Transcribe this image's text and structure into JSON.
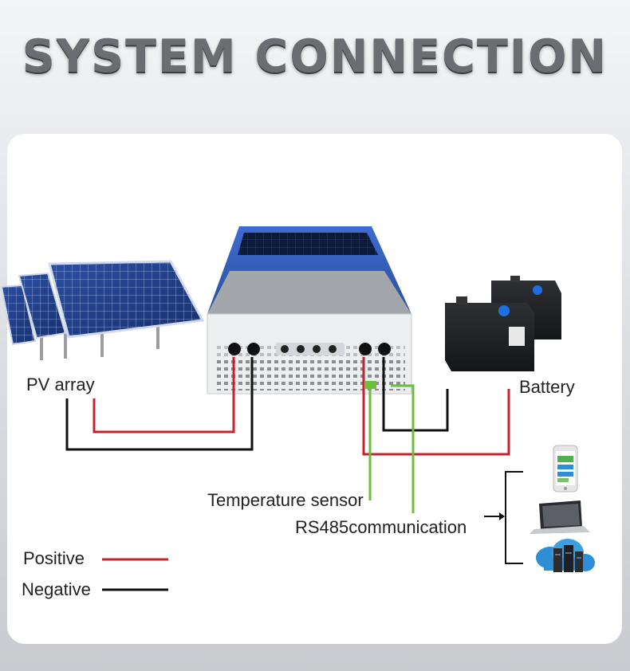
{
  "title": "SYSTEM CONNECTION",
  "labels": {
    "pv_array": "PV array",
    "battery": "Battery",
    "temperature_sensor": "Temperature sensor",
    "rs485": "RS485communication"
  },
  "legend": [
    {
      "label": "Positive",
      "color": "#c4222e"
    },
    {
      "label": "Negative",
      "color": "#111111"
    }
  ],
  "wire_colors": {
    "positive": "#c4222e",
    "negative": "#111111",
    "signal": "#6cbf3c"
  },
  "devices": [
    "phone-icon",
    "laptop-icon",
    "cloud-server-icon"
  ]
}
